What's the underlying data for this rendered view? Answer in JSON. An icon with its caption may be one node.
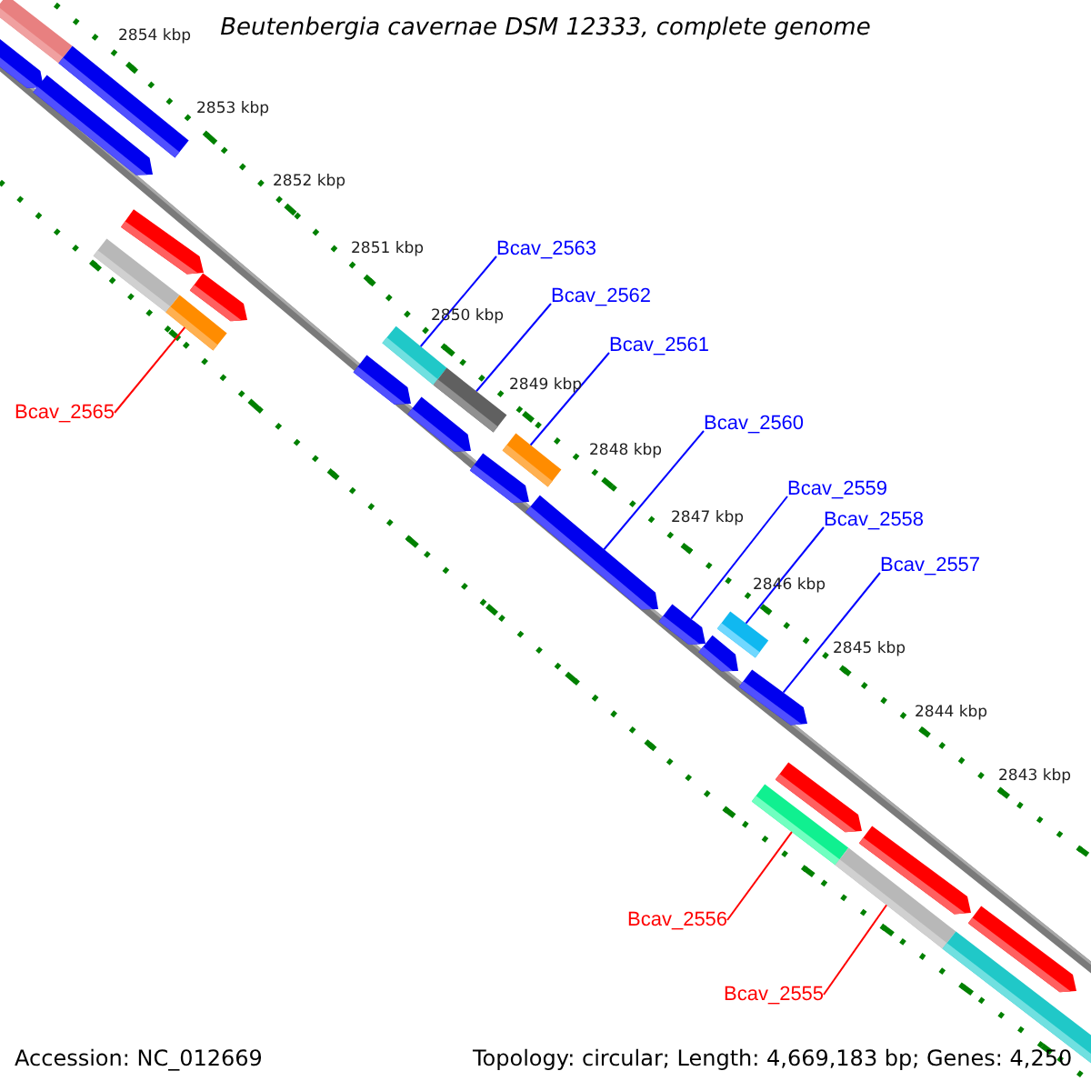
{
  "diagram": {
    "title": "Beutenbergia cavernae DSM 12333, complete genome",
    "nodes": [
      {
        "text": [],
        "shape": "bar"
      },
      {
        "text": [],
        "shape": "bar"
      },
      {
        "text": [],
        "shape": "pentagon"
      },
      {
        "text": [],
        "shape": "pentagon"
      },
      {
        "text": [],
        "shape": "bar"
      },
      {
        "text": [],
        "shape": "bar"
      },
      {
        "text": [],
        "shape": "pentagon"
      },
      {
        "text": [],
        "shape": "pentagon"
      },
      {
        "text": [],
        "shape": "bar"
      },
      {
        "text": [],
        "shape": "bar"
      },
      {
        "text": [],
        "shape": "bar"
      },
      {
        "text": [],
        "shape": "pentagon"
      },
      {
        "text": [],
        "shape": "pentagon"
      },
      {
        "text": [],
        "shape": "pentagon"
      },
      {
        "text": [],
        "shape": "pentagon"
      },
      {
        "text": [],
        "shape": "pentagon"
      },
      {
        "text": [],
        "shape": "pentagon"
      },
      {
        "text": [],
        "shape": "bar"
      },
      {
        "text": [],
        "shape": "pentagon"
      },
      {
        "text": [],
        "shape": "pentagon"
      },
      {
        "text": [],
        "shape": "pentagon"
      },
      {
        "text": [],
        "shape": "pentagon"
      },
      {
        "text": [],
        "shape": "bar"
      },
      {
        "text": [],
        "shape": "bar"
      },
      {
        "text": [],
        "shape": "bar"
      },
      {
        "text": [
          "Bcav_2563"
        ]
      },
      {
        "text": [
          "Bcav_2562"
        ]
      },
      {
        "text": [
          "Bcav_2561"
        ]
      },
      {
        "text": [
          "Bcav_2560"
        ]
      },
      {
        "text": [
          "Bcav_2559"
        ]
      },
      {
        "text": [
          "Bcav_2558"
        ]
      },
      {
        "text": [
          "Bcav_2557"
        ]
      },
      {
        "text": [
          "Bcav_2565"
        ]
      },
      {
        "text": [
          "Bcav_2556"
        ]
      },
      {
        "text": [
          "Bcav_2555"
        ]
      }
    ],
    "edges": [
      {
        "from": 25,
        "to": 8,
        "arrow": "none"
      },
      {
        "from": 26,
        "to": 9,
        "arrow": "none"
      },
      {
        "from": 27,
        "to": 10,
        "arrow": "none"
      },
      {
        "from": 28,
        "to": 14,
        "arrow": "none"
      },
      {
        "from": 29,
        "to": 15,
        "arrow": "none"
      },
      {
        "from": 30,
        "to": 17,
        "arrow": "none"
      },
      {
        "from": 31,
        "to": 18,
        "arrow": "none"
      },
      {
        "from": 32,
        "to": 5,
        "arrow": "none",
        "color": "#ff0000"
      },
      {
        "from": 33,
        "to": 22,
        "arrow": "none",
        "color": "#ff0000"
      },
      {
        "from": 34,
        "to": 23,
        "arrow": "none",
        "color": "#ff0000"
      }
    ],
    "labels": [
      "2854 kbp",
      "2853 kbp",
      "2852 kbp",
      "2851 kbp",
      "2850 kbp",
      "2849 kbp",
      "2848 kbp",
      "2847 kbp",
      "2846 kbp",
      "2845 kbp",
      "2844 kbp",
      "2843 kbp",
      "Accession: NC_012669",
      "Topology: circular; Length: 4,669,183 bp; Genes: 4,250"
    ]
  }
}
